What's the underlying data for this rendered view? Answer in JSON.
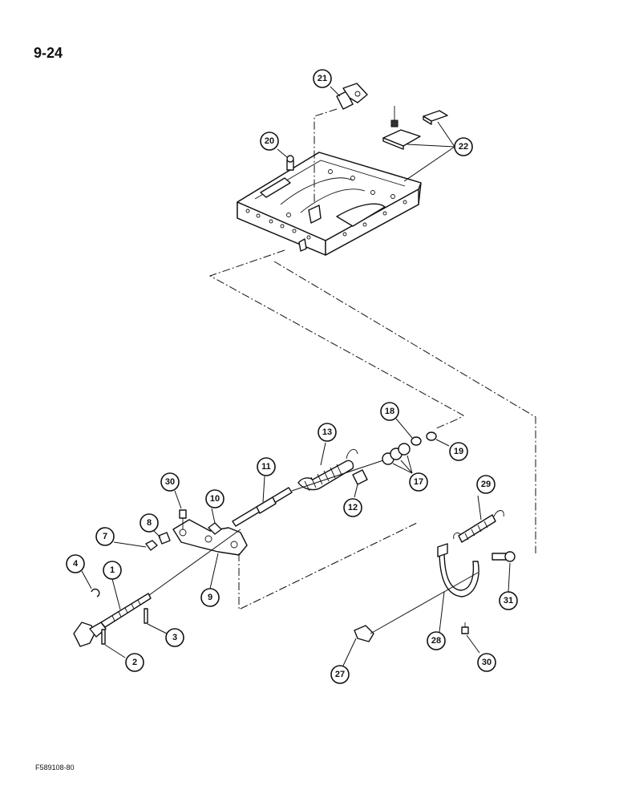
{
  "page": {
    "number": "9-24",
    "figure_code": "F589108-80"
  },
  "callouts": {
    "c1": "1",
    "c2": "2",
    "c3": "3",
    "c4": "4",
    "c7": "7",
    "c8": "8",
    "c9": "9",
    "c10": "10",
    "c11": "11",
    "c12": "12",
    "c13": "13",
    "c17": "17",
    "c18": "18",
    "c19": "19",
    "c20": "20",
    "c21": "21",
    "c22": "22",
    "c27": "27",
    "c28": "28",
    "c29": "29",
    "c30a": "30",
    "c30b": "30",
    "c31": "31"
  }
}
